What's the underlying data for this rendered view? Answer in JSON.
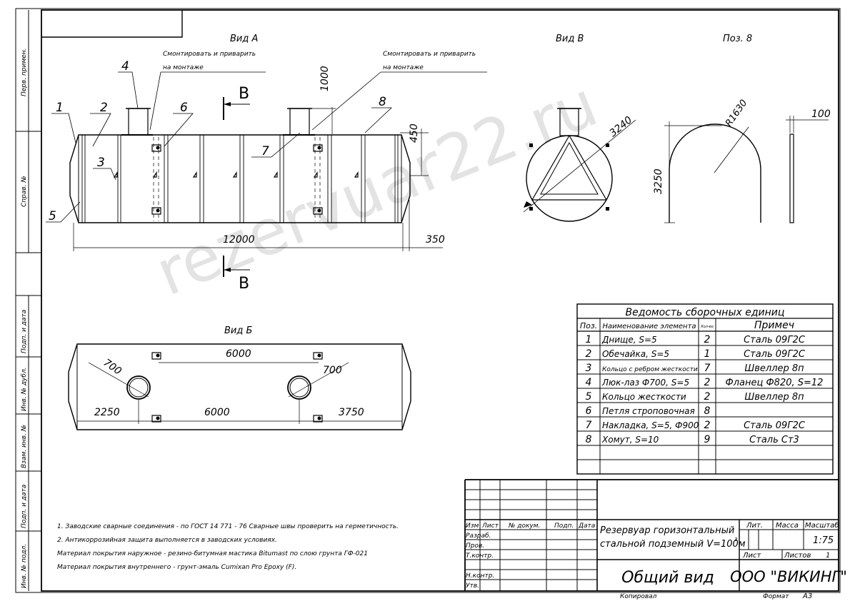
{
  "views": {
    "view_a": "Вид А",
    "view_v": "Вид В",
    "view_b": "Вид Б",
    "pos8": "Поз. 8"
  },
  "notes_mount": [
    "Смонтировать и приварить",
    "на монтаже"
  ],
  "section_letter": "B",
  "positions": [
    "1",
    "2",
    "3",
    "4",
    "5",
    "6",
    "7",
    "8"
  ],
  "dims_a": {
    "length": "12000",
    "end": "350",
    "h1000": "1000",
    "h450": "450"
  },
  "dims_v": {
    "d3240": "3240",
    "h3250": "3250",
    "r1630": "R1630",
    "w100": "100"
  },
  "dims_b": {
    "d700a": "700",
    "d700b": "700",
    "spacing_top": "6000",
    "left": "2250",
    "middle": "6000",
    "right": "3750"
  },
  "watermark": "rezervuar22.ru",
  "side_labels": [
    "Перв. примен.",
    "Справ. №",
    "Подп. и дата",
    "Инв. № дубл.",
    "Взам. инв. №",
    "Подп. и дата",
    "Инв. № подл."
  ],
  "spec_table": {
    "title": "Ведомость сборочных единиц",
    "headers": [
      "Поз.",
      "Наименование элемента",
      "Кол-во",
      "Примеч"
    ],
    "rows": [
      [
        "1",
        "Днище, S=5",
        "2",
        "Сталь 09Г2С"
      ],
      [
        "2",
        "Обечайка, S=5",
        "1",
        "Сталь 09Г2С"
      ],
      [
        "3",
        "Кольцо с ребром жесткости",
        "7",
        "Швеллер 8п"
      ],
      [
        "4",
        "Люк-лаз Ф700, S=5",
        "2",
        "Фланец Ф820, S=12"
      ],
      [
        "5",
        "Кольцо жесткости",
        "2",
        "Швеллер 8п"
      ],
      [
        "6",
        "Петля строповочная",
        "8",
        ""
      ],
      [
        "7",
        "Накладка, S=5, Ф900",
        "2",
        "Сталь 09Г2С"
      ],
      [
        "8",
        "Хомут, S=10",
        "9",
        "Сталь Ст3"
      ]
    ]
  },
  "notes": [
    "1. Заводские сварные соединения - по ГОСТ 14 771 - 76 Сварные швы проверить на герметичность.",
    "2. Антикоррозийная защита выполняется в заводских условиях.",
    "Материал покрытия наружное - резино-битумная мастика Bitumast по слою грунта ГФ-021",
    "Материал покрытия внутреннего - грунт-эмаль Cumixan Pro Epoxy (F)."
  ],
  "title_block": {
    "rev_headers": [
      "Изм",
      "Лист",
      "№ докум.",
      "Подп.",
      "Дата"
    ],
    "roles": [
      "Разраб.",
      "Пров.",
      "Т.контр.",
      "Н.контр.",
      "Утв."
    ],
    "name_line1": "Резервуар горизонтальный",
    "name_line2": "стальной подземный V=100м",
    "name_sup": "3",
    "lit": "Лит.",
    "mass": "Масса",
    "scale_label": "Масштаб",
    "scale": "1:75",
    "sheet": "Лист",
    "sheets": "Листов",
    "sheets_count": "1",
    "drawing": "Общий вид",
    "company": "ООО \"ВИКИНГ\"",
    "copied": "Копировал",
    "format_label": "Формат",
    "format": "А3"
  }
}
